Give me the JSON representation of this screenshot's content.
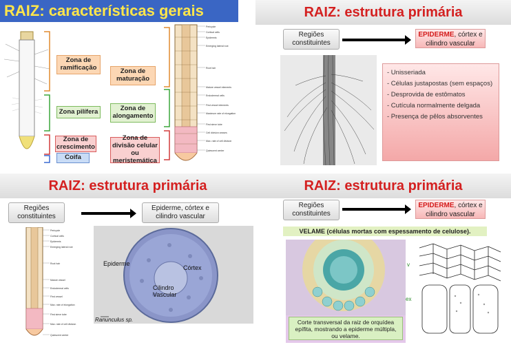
{
  "panel1": {
    "title": "RAIZ: características gerais",
    "zones_left": [
      "Zona de ramificação",
      "Zona pilífera",
      "Zona de crescimento",
      "Coifa"
    ],
    "zones_right": [
      "Zona de maturação",
      "Zona de alongamento",
      "Zona de divisão celular ou meristemática"
    ],
    "colors": {
      "title_bg": "#3a66c4",
      "title_text": "#ffe64a"
    }
  },
  "panel2": {
    "title": "RAIZ: estrutura primária",
    "regions_label": "Regiões constituintes",
    "target_strong": "EPIDERME",
    "target_rest": ", córtex e cilindro vascular",
    "features": [
      "- Unisseriada",
      "- Células justapostas (sem espaços)",
      "- Desprovida de estômatos",
      "- Cutícula normalmente delgada",
      "- Presença de pêlos absorventes"
    ]
  },
  "panel3": {
    "title": "RAIZ: estrutura primária",
    "regions_label": "Regiões constituintes",
    "target_label": "Epiderme, córtex e cilindro vascular",
    "labels": [
      "Epiderme",
      "Córtex",
      "Cilindro Vascular"
    ],
    "caption": "Ranunculus sp."
  },
  "panel4": {
    "title": "RAIZ: estrutura primária",
    "regions_label": "Regiões constituintes",
    "target_strong": "EPIDERME",
    "target_rest": ", córtex e cilindro vascular",
    "velame_note": "VELAME (células mortas com espessamento de celulose).",
    "photo_caption": "Corte transversal da raiz de orquídea epífita, mostrando a epiderme múltipla, ou velame.",
    "drawing_labels": [
      "v",
      "ex"
    ]
  }
}
